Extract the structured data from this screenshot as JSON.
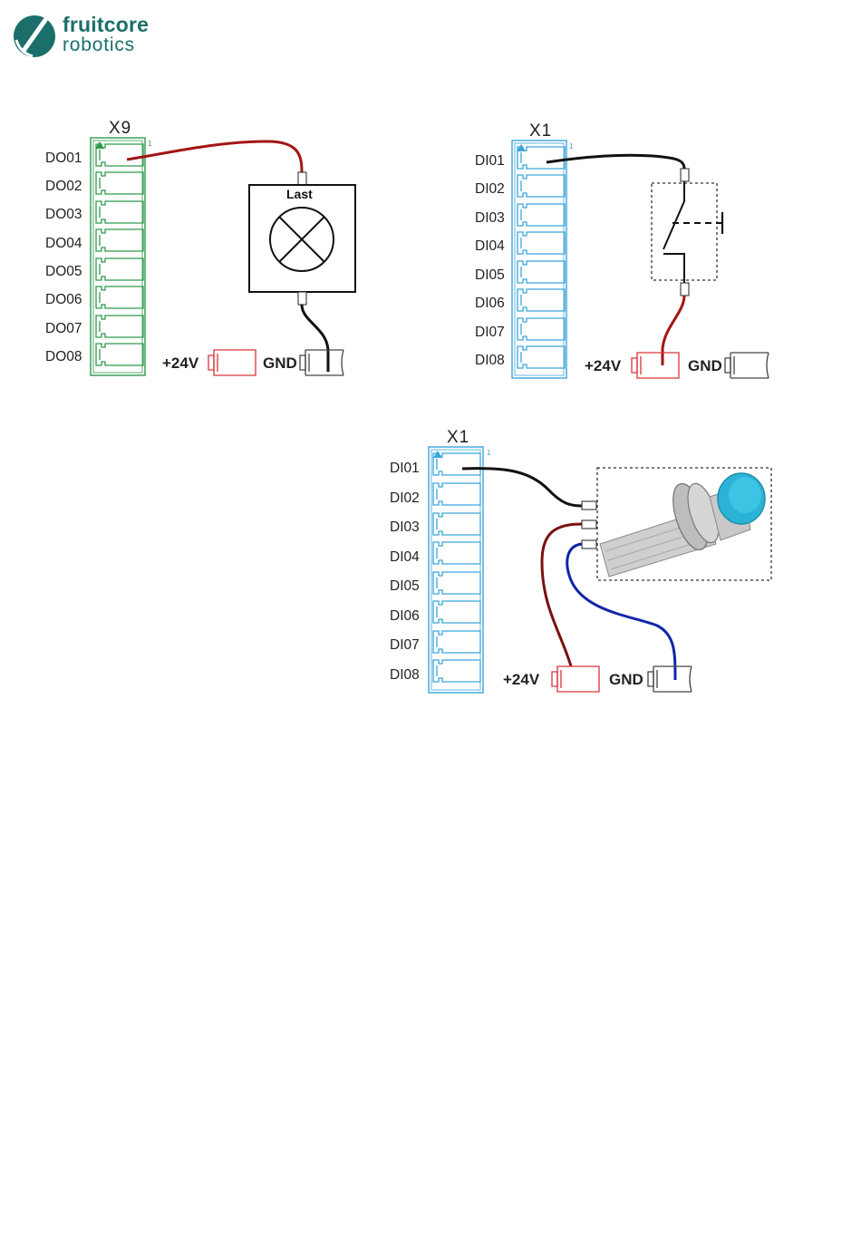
{
  "brand": {
    "line1": "fruitcore",
    "line2": "robotics",
    "color": "#1b6f6b"
  },
  "colors": {
    "green_terminal": "#2e9a4a",
    "blue_terminal": "#3aa6d9",
    "red_wire": "#a31515",
    "black_wire": "#111111",
    "blue_wire": "#1027a8",
    "red_terminal": "#d9343a",
    "gray_terminal": "#444444",
    "sensor_cap": "#2bb3d6"
  },
  "diagram_output": {
    "connector": "X9",
    "pin_one": "1",
    "pins": [
      "DO01",
      "DO02",
      "DO03",
      "DO04",
      "DO05",
      "DO06",
      "DO07",
      "DO08"
    ],
    "load_label": "Last",
    "supply": "+24V",
    "ground": "GND"
  },
  "diagram_switch": {
    "connector": "X1",
    "pin_one": "1",
    "pins": [
      "DI01",
      "DI02",
      "DI03",
      "DI04",
      "DI05",
      "DI06",
      "DI07",
      "DI08"
    ],
    "supply": "+24V",
    "ground": "GND"
  },
  "diagram_sensor": {
    "connector": "X1",
    "pin_one": "1",
    "pins": [
      "DI01",
      "DI02",
      "DI03",
      "DI04",
      "DI05",
      "DI06",
      "DI07",
      "DI08"
    ],
    "supply": "+24V",
    "ground": "GND"
  }
}
